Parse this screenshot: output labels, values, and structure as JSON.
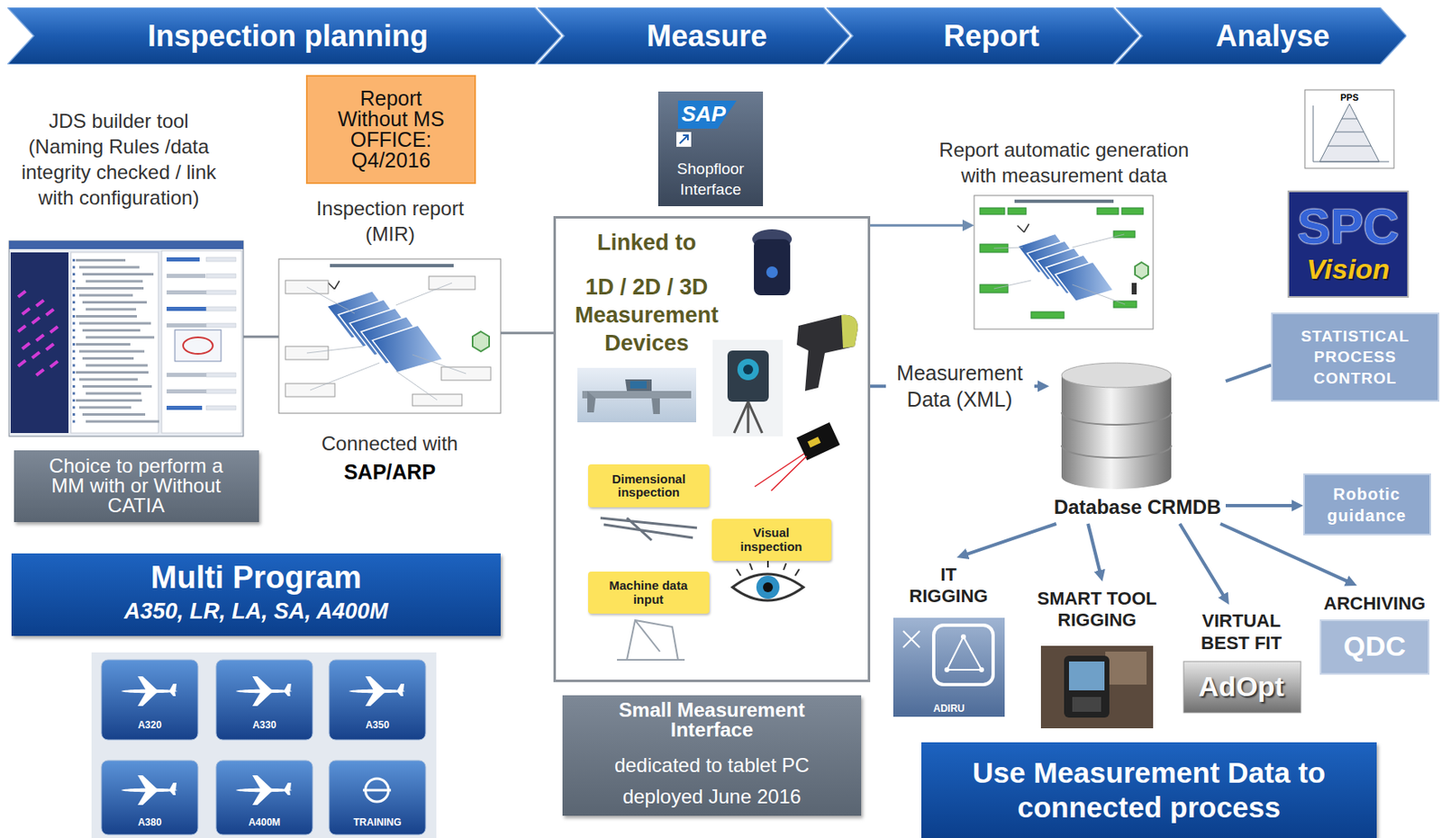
{
  "diagram": {
    "nodes": [
      {
        "text": [
          "Inspection planning"
        ]
      },
      {
        "text": [
          "Measure"
        ]
      },
      {
        "text": [
          "Report"
        ]
      },
      {
        "text": [
          "Analyse"
        ]
      },
      {
        "text": [
          "JDS builder tool (Naming Rules /data integrity checked / link with configuration)"
        ]
      },
      {
        "text": [
          "Report Without MS OFFICE: Q4/2016"
        ]
      },
      {
        "text": [
          "Inspection report (MIR)",
          "Connected with",
          "SAP/ARP"
        ]
      },
      {
        "text": [
          "Choice to perform a MM with or Without CATIA"
        ]
      },
      {
        "text": [
          "Multi Program",
          "A350, LR, LA, SA, A400M"
        ]
      },
      {
        "text": [
          "A320"
        ]
      },
      {
        "text": [
          "A330"
        ]
      },
      {
        "text": [
          "A350"
        ]
      },
      {
        "text": [
          "A380"
        ]
      },
      {
        "text": [
          "A400M"
        ]
      },
      {
        "text": [
          "TRAINING"
        ]
      },
      {
        "text": [
          "SAP",
          "Shopfloor Interface"
        ]
      },
      {
        "text": [
          "Linked to",
          "1D / 2D / 3D Measurement Devices"
        ]
      },
      {
        "text": [
          "Dimensional inspection"
        ],
        "in": 16
      },
      {
        "text": [
          "Visual inspection"
        ],
        "in": 16
      },
      {
        "text": [
          "Machine data input"
        ],
        "in": 16
      },
      {
        "text": [
          "Small Measurement Interface",
          "dedicated to tablet PC deployed June 2016"
        ]
      },
      {
        "text": [
          "Report automatic generation with measurement data"
        ]
      },
      {
        "text": [
          "Database CRMDB"
        ]
      },
      {
        "text": [
          "PPS"
        ]
      },
      {
        "text": [
          "SPC",
          "Vision"
        ]
      },
      {
        "text": [
          "STATISTICAL PROCESS CONTROL"
        ]
      },
      {
        "text": [
          "Robotic guidance"
        ]
      },
      {
        "text": [
          "IT RIGGING",
          "ADIRU"
        ]
      },
      {
        "text": [
          "SMART TOOL RIGGING"
        ]
      },
      {
        "text": [
          "VIRTUAL BEST FIT",
          "AdOpt"
        ]
      },
      {
        "text": [
          "ARCHIVING",
          "QDC"
        ]
      },
      {
        "text": [
          "Use Measurement Data to connected process"
        ]
      }
    ],
    "edges": [
      {
        "from": 4,
        "to": 6,
        "arrow": "none"
      },
      {
        "from": 6,
        "to": 16,
        "arrow": "none"
      },
      {
        "from": 16,
        "to": 21,
        "arrow": "to"
      },
      {
        "from": 16,
        "to": 22,
        "label": "Measurement Data (XML)",
        "arrow": "to"
      },
      {
        "from": 22,
        "to": 25,
        "arrow": "none"
      },
      {
        "from": 22,
        "to": 26,
        "arrow": "to"
      },
      {
        "from": 22,
        "to": 27,
        "arrow": "to"
      },
      {
        "from": 22,
        "to": 28,
        "arrow": "to"
      },
      {
        "from": 22,
        "to": 29,
        "arrow": "to"
      },
      {
        "from": 22,
        "to": 30,
        "arrow": "to"
      }
    ]
  }
}
